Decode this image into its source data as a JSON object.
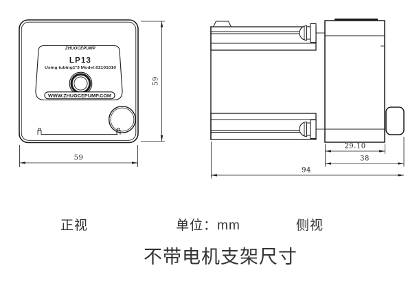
{
  "drawing": {
    "front_view_label": "正视",
    "unit_label": "单位：mm",
    "side_view_label": "侧视",
    "caption": "不带电机支架尺寸"
  },
  "front_view": {
    "width": "59",
    "height": "59",
    "label": {
      "brand": "ZHUOCEPUMP",
      "model": "LP13",
      "spec": "Using tubing1*3  Model:02101010",
      "website": "WWW.ZHUOCEPUMP.COM"
    }
  },
  "side_view": {
    "pump_head_width": "29.10",
    "pump_head_with_fitting": "38",
    "total_length": "94"
  },
  "colors": {
    "line": "#1c1c1c",
    "text": "#333333",
    "background": "#ffffff"
  }
}
